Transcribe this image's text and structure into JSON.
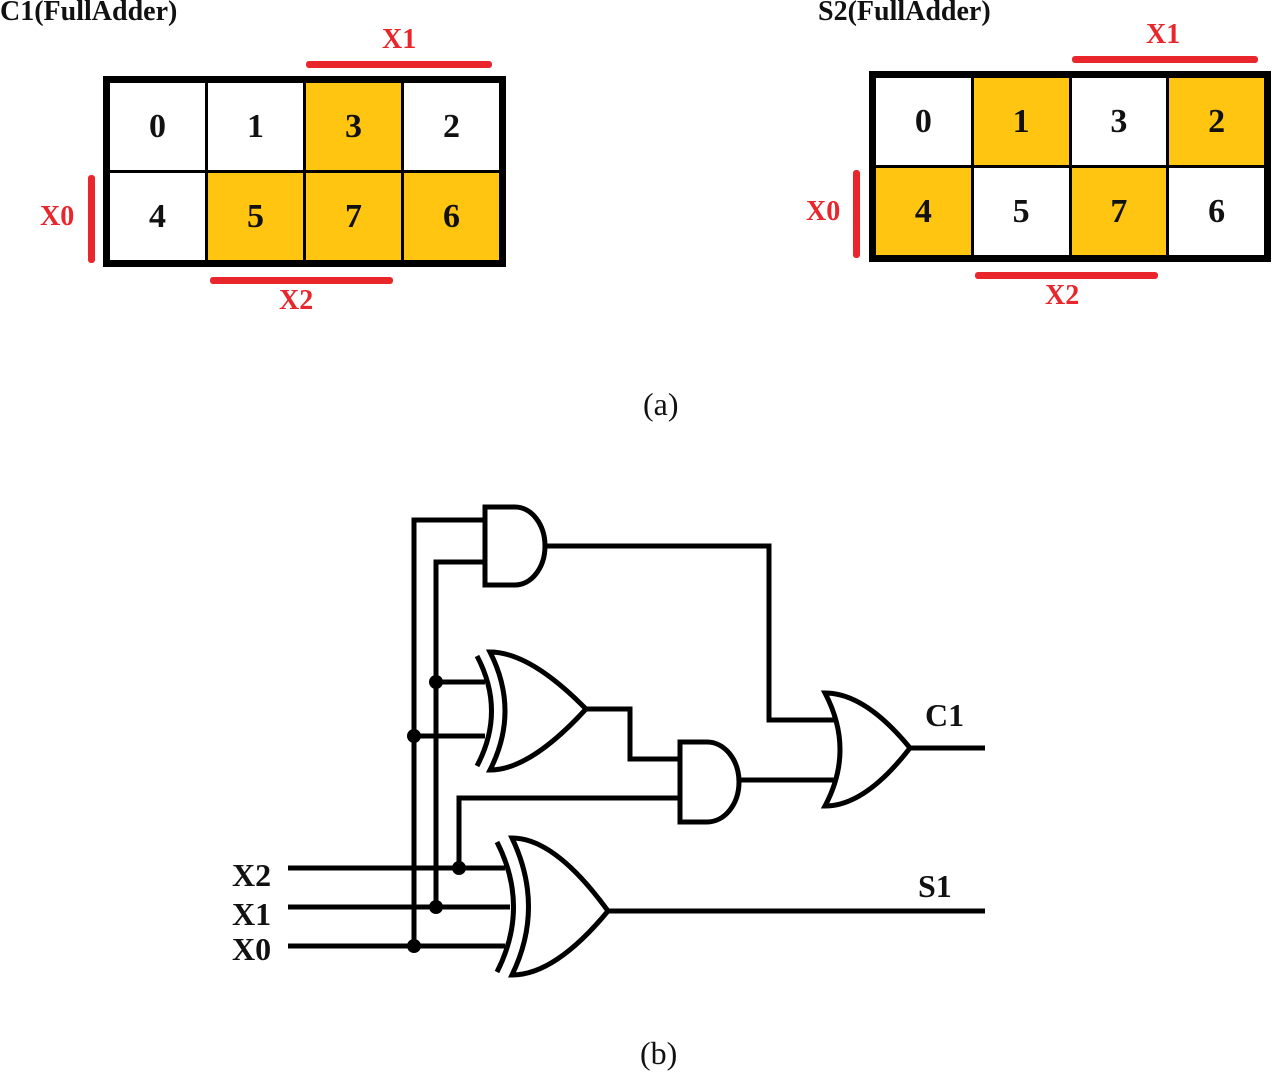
{
  "kmaps": [
    {
      "title": "C1(FullAdder)",
      "cells": [
        {
          "label": "0",
          "on": false
        },
        {
          "label": "1",
          "on": false
        },
        {
          "label": "3",
          "on": true
        },
        {
          "label": "2",
          "on": false
        },
        {
          "label": "4",
          "on": false
        },
        {
          "label": "5",
          "on": true
        },
        {
          "label": "7",
          "on": true
        },
        {
          "label": "6",
          "on": true
        }
      ],
      "labels": {
        "top": "X1",
        "left": "X0",
        "bottom": "X2"
      }
    },
    {
      "title": "S2(FullAdder)",
      "cells": [
        {
          "label": "0",
          "on": false
        },
        {
          "label": "1",
          "on": true
        },
        {
          "label": "3",
          "on": false
        },
        {
          "label": "2",
          "on": true
        },
        {
          "label": "4",
          "on": true
        },
        {
          "label": "5",
          "on": false
        },
        {
          "label": "7",
          "on": true
        },
        {
          "label": "6",
          "on": false
        }
      ],
      "labels": {
        "top": "X1",
        "left": "X0",
        "bottom": "X2"
      }
    }
  ],
  "captions": {
    "a": "(a)",
    "b": "(b)"
  },
  "circuit": {
    "inputs": [
      "X2",
      "X1",
      "X0"
    ],
    "outputs": [
      "C1",
      "S1"
    ],
    "gates": [
      "and-gate",
      "xor-gate",
      "and-gate",
      "or-gate",
      "xor-gate"
    ]
  },
  "colors": {
    "highlight": "#FFC510",
    "marker": "#E8262B",
    "line": "#000000"
  }
}
